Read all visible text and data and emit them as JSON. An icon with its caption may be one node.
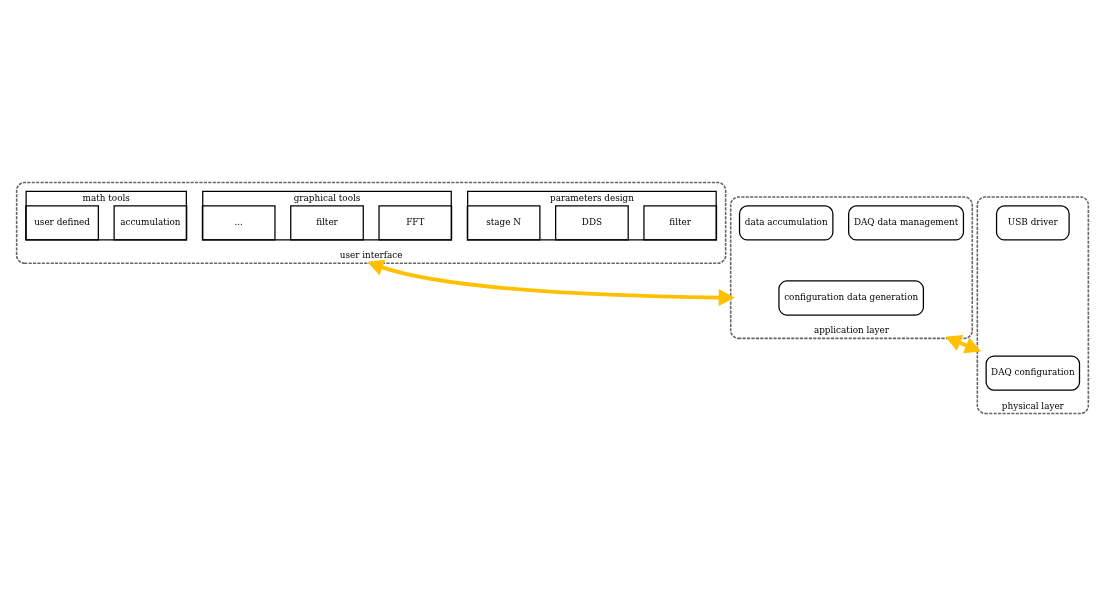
{
  "diagram": {
    "nodes": [
      {
        "text": [
          "user interface"
        ]
      },
      {
        "text": [
          "parameters design"
        ],
        "in": 0
      },
      {
        "text": [
          "filter"
        ],
        "in": 1
      },
      {
        "text": [
          "DDS"
        ],
        "in": 1
      },
      {
        "text": [
          "stage N"
        ],
        "in": 1
      },
      {
        "text": [
          "graphical tools"
        ],
        "in": 0
      },
      {
        "text": [
          "FFT"
        ],
        "in": 5
      },
      {
        "text": [
          "filter"
        ],
        "in": 5
      },
      {
        "text": [
          "..."
        ],
        "in": 5
      },
      {
        "text": [
          "math tools"
        ],
        "in": 0
      },
      {
        "text": [
          "accumulation"
        ],
        "in": 9
      },
      {
        "text": [
          "user defined"
        ],
        "in": 9
      },
      {
        "text": [
          "application layer"
        ]
      },
      {
        "text": [
          "DAQ data management"
        ],
        "in": 12
      },
      {
        "text": [
          "configuration data generation"
        ],
        "in": 12
      },
      {
        "text": [
          "data accumulation"
        ],
        "in": 12
      },
      {
        "text": [
          "physical layer"
        ]
      },
      {
        "text": [
          "USB driver"
        ],
        "in": 16
      },
      {
        "text": [
          "DAQ configuration"
        ],
        "in": 16
      }
    ],
    "edges": [
      {
        "from": 0,
        "to": 12,
        "arrow": "both"
      },
      {
        "from": 12,
        "to": 16,
        "arrow": "both"
      }
    ]
  }
}
